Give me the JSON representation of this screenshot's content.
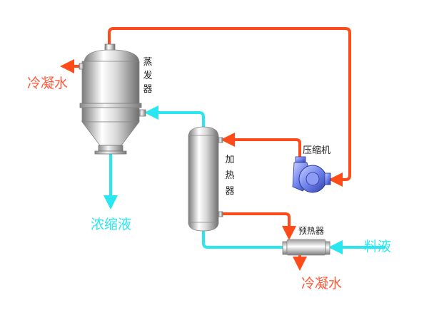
{
  "colors": {
    "hot_line": "#ff4a1a",
    "cold_line": "#29e6f0",
    "label_red": "#ff5a3c",
    "label_cyan": "#2ee6f0",
    "pump_blue": "#5a6ee0"
  },
  "labels": {
    "evaporator": [
      "蒸",
      "发",
      "器"
    ],
    "heater": [
      "加",
      "热",
      "器"
    ],
    "compressor": "压缩机",
    "preheater": "预热器",
    "condensate_top": "冷凝水",
    "condensate_bottom": "冷凝水",
    "concentrate": "浓缩液",
    "feed": "料液"
  }
}
